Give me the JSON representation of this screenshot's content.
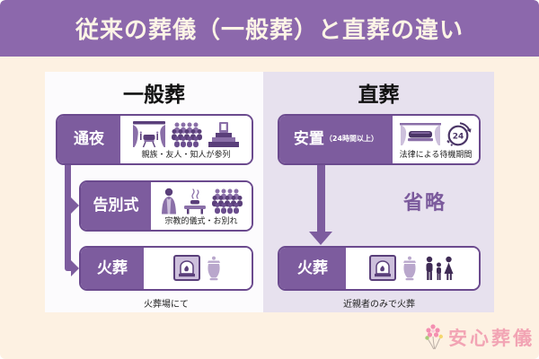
{
  "title": "従来の葬儀（一般葬）と直葬の違い",
  "left_panel": {
    "title": "一般葬",
    "steps": [
      {
        "label": "通夜",
        "caption": "親族・友人・知人が参列",
        "icons": [
          "curtained-altar-icon",
          "mourners-crowd-icon",
          "tiered-altar-icon"
        ]
      },
      {
        "label": "告別式",
        "caption": "宗教的儀式・お別れ",
        "icons": [
          "priest-icon",
          "incense-burner-icon",
          "mourners-crowd-icon"
        ]
      },
      {
        "label": "火葬",
        "caption": "火葬場にて",
        "icons": [
          "cremation-furnace-icon",
          "urn-icon"
        ]
      }
    ]
  },
  "right_panel": {
    "title": "直葬",
    "skip_label": "省略",
    "steps": [
      {
        "label": "安置",
        "label_note": "（24時間以上）",
        "caption": "法律による待機期間",
        "clock_label": "24",
        "icons": [
          "casket-resting-icon",
          "clock-24h-icon"
        ]
      },
      {
        "label": "火葬",
        "caption": "近親者のみで火葬",
        "icons": [
          "cremation-furnace-icon",
          "urn-icon",
          "family-icon"
        ]
      }
    ]
  },
  "footer": {
    "logo_text": "安心葬儀",
    "logo_icon": "flower-icon"
  },
  "colors": {
    "background": "#FDF1E2",
    "banner": "#8C68AC",
    "panel_left": "#FCFBFD",
    "panel_right": "#E7E1EE",
    "box_border": "#6B4A8E",
    "step_label_bg": "#7D5C9E",
    "arrow": "#7D5C9E",
    "skip_text": "#7B5A9C",
    "logo_pink": "#F2A4B4"
  }
}
